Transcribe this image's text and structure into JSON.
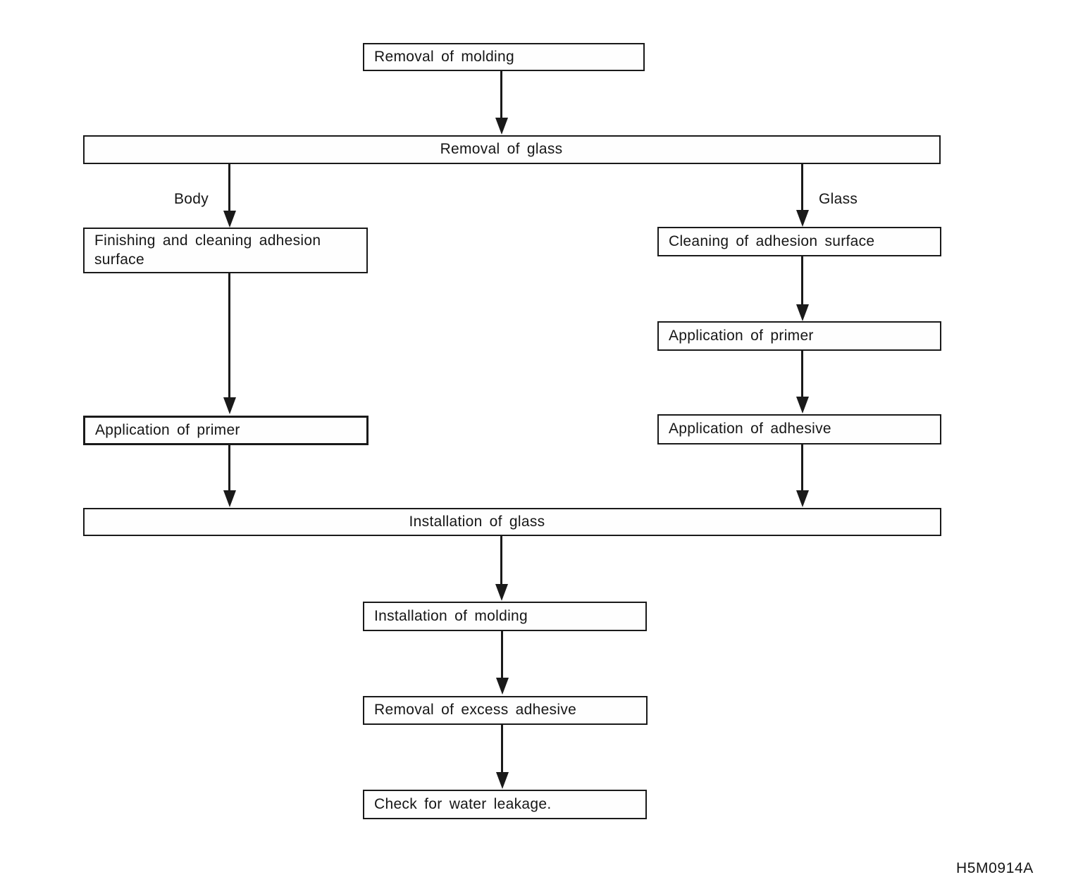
{
  "figure_code": "H5M0914A",
  "flowchart": {
    "type": "flowchart",
    "nodes": {
      "removal_molding": {
        "label": "Removal of molding"
      },
      "removal_glass": {
        "label": "Removal of glass"
      },
      "finishing_cleaning": {
        "label": "Finishing and cleaning adhesion surface"
      },
      "cleaning_adhesion": {
        "label": "Cleaning of adhesion surface"
      },
      "application_primer_body": {
        "label": "Application of primer"
      },
      "application_primer_glass": {
        "label": "Application of primer"
      },
      "application_adhesive": {
        "label": "Application of adhesive"
      },
      "installation_glass": {
        "label": "Installation of glass"
      },
      "installation_molding": {
        "label": "Installation of molding"
      },
      "removal_excess_adhesive": {
        "label": "Removal of excess adhesive"
      },
      "check_water_leakage": {
        "label": "Check for water leakage."
      }
    },
    "branch_labels": {
      "body": "Body",
      "glass": "Glass"
    },
    "edges": [
      {
        "from": "removal_molding",
        "to": "removal_glass"
      },
      {
        "from": "removal_glass",
        "to": "finishing_cleaning",
        "label": "Body"
      },
      {
        "from": "removal_glass",
        "to": "cleaning_adhesion",
        "label": "Glass"
      },
      {
        "from": "finishing_cleaning",
        "to": "application_primer_body"
      },
      {
        "from": "cleaning_adhesion",
        "to": "application_primer_glass"
      },
      {
        "from": "application_primer_glass",
        "to": "application_adhesive"
      },
      {
        "from": "application_primer_body",
        "to": "installation_glass"
      },
      {
        "from": "application_adhesive",
        "to": "installation_glass"
      },
      {
        "from": "installation_glass",
        "to": "installation_molding"
      },
      {
        "from": "installation_molding",
        "to": "removal_excess_adhesive"
      },
      {
        "from": "removal_excess_adhesive",
        "to": "check_water_leakage"
      }
    ],
    "colors": {
      "line": "#1a1a1a",
      "background": "#ffffff"
    }
  }
}
